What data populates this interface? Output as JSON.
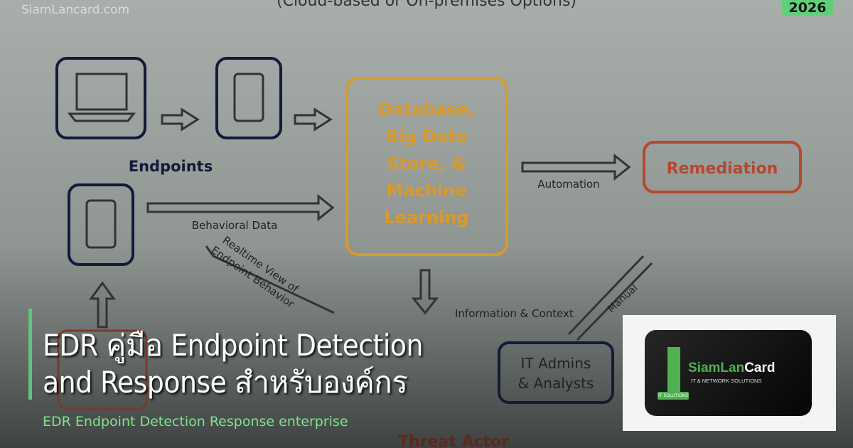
{
  "site_name": "SiamLancard.com",
  "year_badge": "2026",
  "diagram": {
    "header": "(Cloud-based or On-premises Options)",
    "endpoints": "Endpoints",
    "database": [
      "Database,",
      "Big Data",
      "Store, &",
      "Machine",
      "Learning"
    ],
    "remediation": "Remediation",
    "automation": "Automation",
    "behavioral": "Behavioral Data",
    "realtime": [
      "Realtime View of",
      "Endpoint Behavior"
    ],
    "info": "Information & Context",
    "admins": [
      "IT Admins",
      "& Analysts"
    ],
    "manual": "Manual",
    "threat": "Threat Actor"
  },
  "title_lines": [
    "EDR คู่มือ Endpoint Detection",
    "and Response สำหรับองค์กร"
  ],
  "subtitle": "EDR Endpoint Detection Response enterprise",
  "logo": {
    "brand_green": "SiamLan",
    "brand_white": "Card",
    "tagline": "IT & NETWORK SOLUTIONS",
    "tag": "IT SOLUTIONS"
  },
  "colors": {
    "accent": "#5fd07a",
    "orange": "#d99a2b",
    "red": "#b5482f",
    "navy": "#141a3a"
  }
}
